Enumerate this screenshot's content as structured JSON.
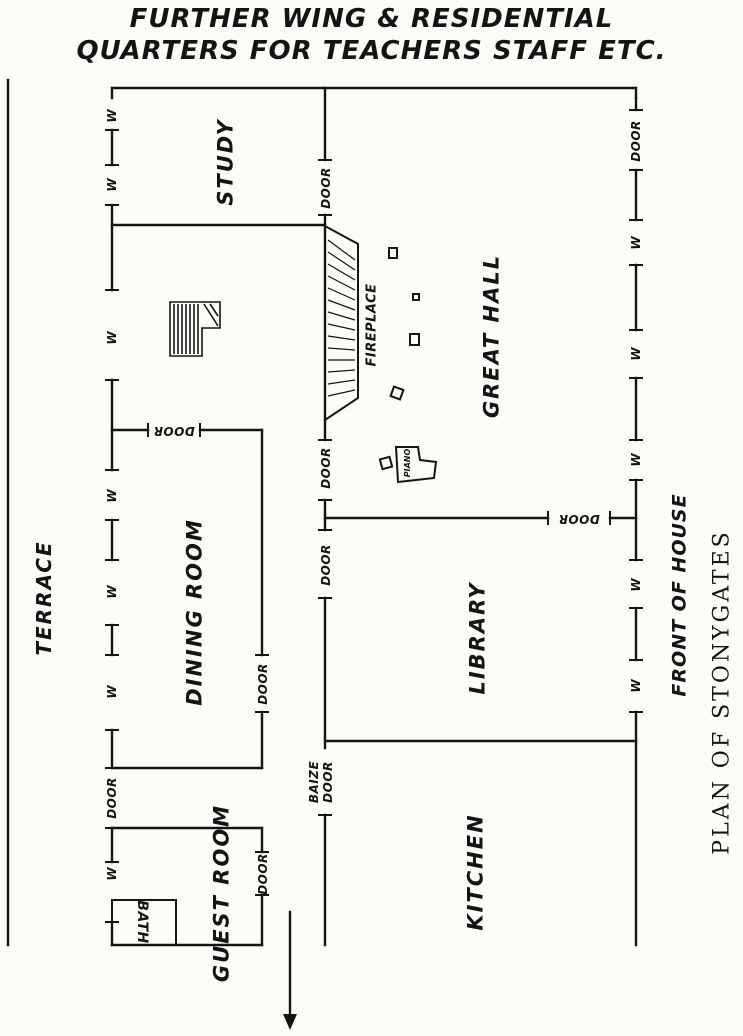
{
  "header": {
    "line1": "FURTHER WING & RESIDENTIAL",
    "line2": "QUARTERS FOR TEACHERS STAFF ETC."
  },
  "plan_title": "PLAN OF STONYGATES",
  "labels": {
    "terrace": "TERRACE",
    "front_of_house": "FRONT OF HOUSE",
    "study": "STUDY",
    "great_hall": "GREAT HALL",
    "fireplace": "FIREPLACE",
    "piano": "PIANO",
    "dining_room": "DINING ROOM",
    "library": "LIBRARY",
    "kitchen": "KITCHEN",
    "guest_room": "GUEST ROOM",
    "bath": "BATH",
    "baize_door": "BAIZE DOOR",
    "door": "DOOR",
    "window": "W"
  }
}
